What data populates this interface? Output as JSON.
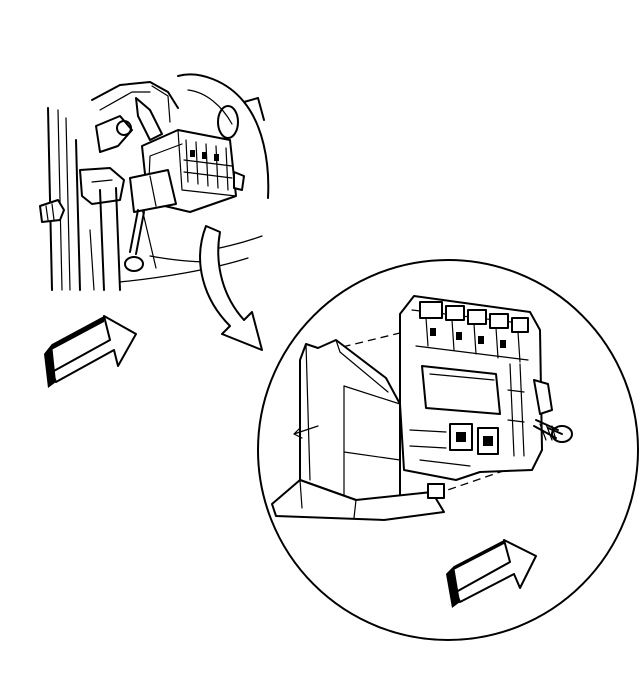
{
  "diagram": {
    "type": "technical-line-illustration",
    "colors": {
      "ink": "#000000",
      "paper": "#ffffff"
    },
    "parts": [
      "vehicle-interior-kick-panel-area",
      "fuse-block-mounted",
      "wiring-harness",
      "curved-callout-arrow",
      "detail-magnifier-circle",
      "junction-block-detail",
      "retaining-bolt",
      "front-of-vehicle-arrow-left",
      "front-of-vehicle-arrow-right"
    ]
  }
}
